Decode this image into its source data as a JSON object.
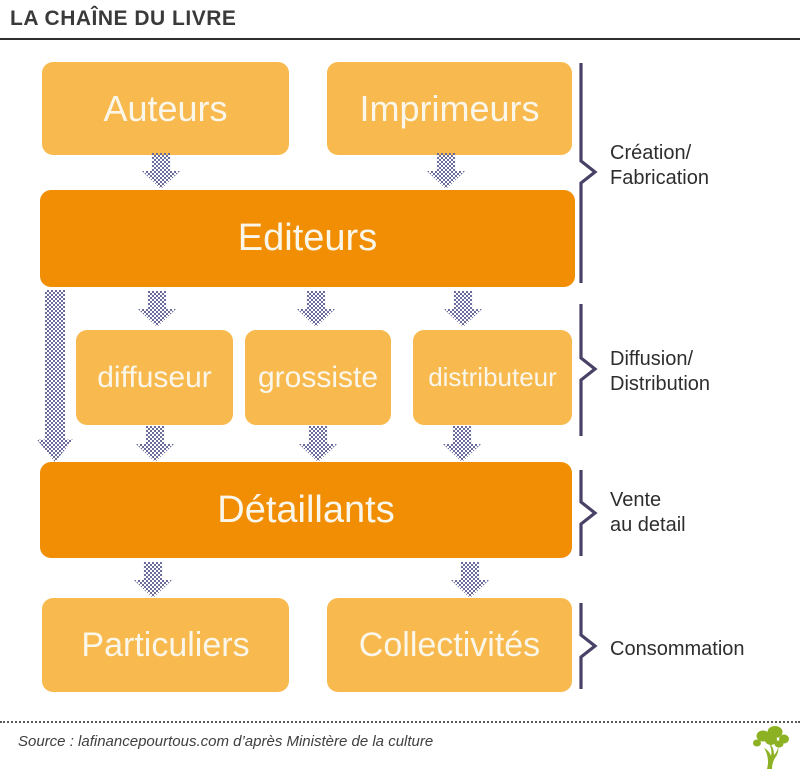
{
  "header": {
    "title": "LA CHAÎNE DU LIVRE"
  },
  "diagram": {
    "nodes": {
      "auteurs": "Auteurs",
      "imprimeurs": "Imprimeurs",
      "editeurs": "Editeurs",
      "diffuseur": "diffuseur",
      "grossiste": "grossiste",
      "distributeur": "distributeur",
      "detaillants": "Détaillants",
      "particuliers": "Particuliers",
      "collectivites": "Collectivités"
    },
    "stages": [
      {
        "line1": "Création/",
        "line2": "Fabrication"
      },
      {
        "line1": "Diffusion/",
        "line2": "Distribution"
      },
      {
        "line1": "Vente",
        "line2": "au detail"
      },
      {
        "line1": "Consommation",
        "line2": ""
      }
    ]
  },
  "footer": {
    "source": "Source : lafinancepourtous.com d’après Ministère de la culture"
  },
  "colors": {
    "box_light_orange": "#F8BA4E",
    "box_dark_orange": "#F18E04",
    "box_text": "#FAF6EA",
    "arrow_checker": "#6B6B9C",
    "bracket_purple": "#4A4166",
    "title_text": "#3A3A3A",
    "stage_label_text": "#2E2E2E",
    "logo_green": "#8CB123"
  }
}
